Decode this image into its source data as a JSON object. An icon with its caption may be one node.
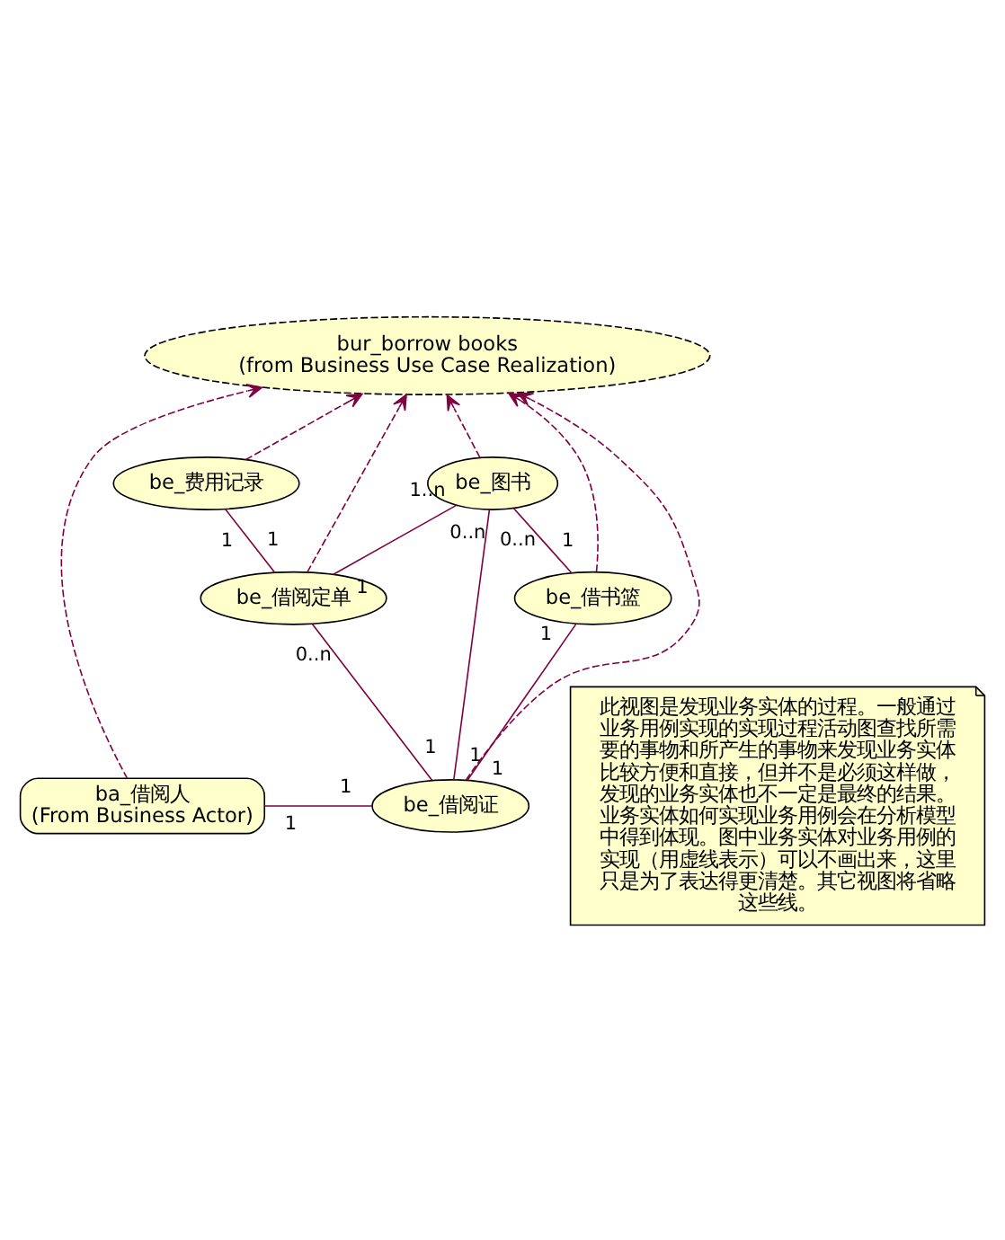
{
  "diagram": {
    "nodes": [
      {
        "text": [
          "bur_borrow books",
          "(from Business Use Case Realization)"
        ]
      },
      {
        "text": [
          "be_费用记录"
        ]
      },
      {
        "text": [
          "be_图书"
        ]
      },
      {
        "text": [
          "be_借阅定单"
        ]
      },
      {
        "text": [
          "be_借书篮"
        ]
      },
      {
        "text": [
          "ba_借阅人",
          "(From Business Actor)"
        ]
      },
      {
        "text": [
          "be_借阅证"
        ]
      },
      {
        "text": [
          "此视图是发现业务实体的过程。一般通过业务用例实现的实现过程活动图查找所需要的事物和所产生的事物来发现业务实体比较方便和直接，但并不是必须这样做，发现的业务实体也不一定是最终的结果。业务实体如何实现业务用例会在分析模型中得到体现。图中业务实体对业务用例的实现（用虚线表示）可以不画出来，这里只是为了表达得更清楚。其它视图将省略这些线。"
        ]
      }
    ],
    "edges": [
      {
        "from": 1,
        "to": 0,
        "arrow": "to",
        "style": "dashed"
      },
      {
        "from": 2,
        "to": 0,
        "arrow": "to",
        "style": "dashed"
      },
      {
        "from": 3,
        "to": 0,
        "arrow": "to",
        "style": "dashed"
      },
      {
        "from": 4,
        "to": 0,
        "arrow": "to",
        "style": "dashed"
      },
      {
        "from": 5,
        "to": 0,
        "arrow": "to",
        "style": "dashed"
      },
      {
        "from": 6,
        "to": 0,
        "arrow": "to",
        "style": "dashed"
      },
      {
        "from": 3,
        "to": 1,
        "arrow": "none"
      },
      {
        "from": 3,
        "to": 2,
        "arrow": "none"
      },
      {
        "from": 4,
        "to": 2,
        "arrow": "none"
      },
      {
        "from": 6,
        "to": 2,
        "arrow": "none"
      },
      {
        "from": 6,
        "to": 3,
        "arrow": "none"
      },
      {
        "from": 6,
        "to": 4,
        "arrow": "none"
      },
      {
        "from": 5,
        "to": 6,
        "arrow": "none"
      }
    ],
    "labels": [
      "1",
      "1..n",
      "0..n",
      "0..n",
      "1",
      "1",
      "1",
      "1",
      "0..n",
      "1",
      "1",
      "1",
      "1",
      "1"
    ]
  }
}
